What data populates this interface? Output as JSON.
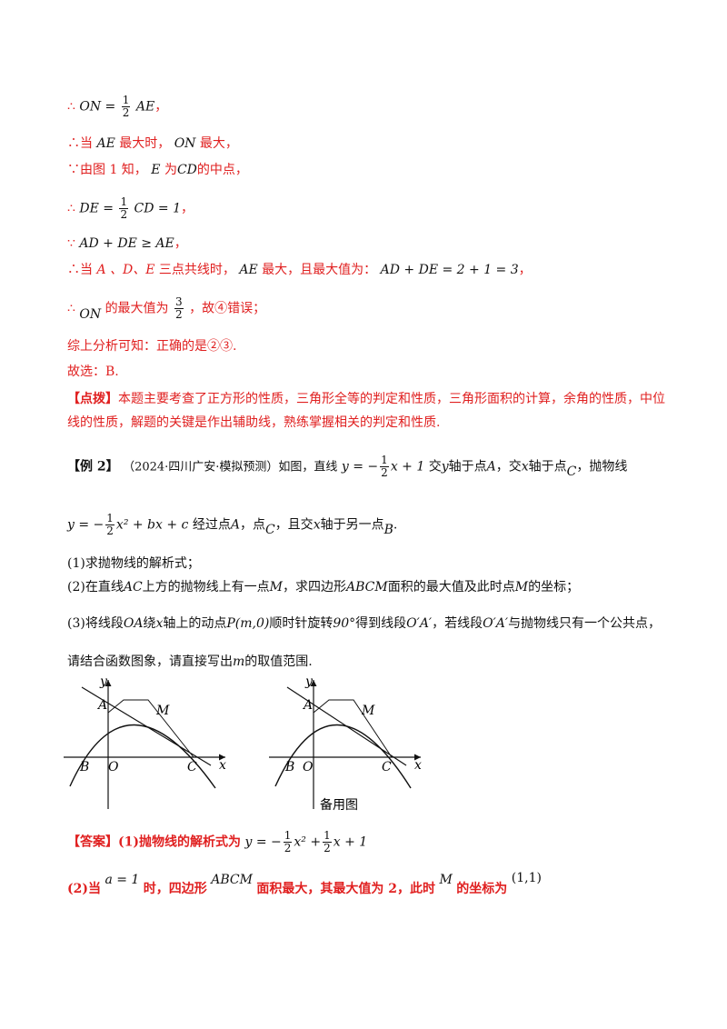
{
  "solution": {
    "l1_prefix": "∴",
    "l1_a": "ON =",
    "l1_num": "1",
    "l1_den": "2",
    "l1_b": "AE",
    "l1_tail": "，",
    "l2_a": "∴当",
    "l2_b": "AE",
    "l2_c": "最大时，",
    "l2_d": "ON",
    "l2_e": "最大，",
    "l3_a": "∵由图 1 知，",
    "l3_b": "E",
    "l3_c": "为",
    "l3_d": "CD",
    "l3_e": "的中点，",
    "l4_prefix": "∴",
    "l4_a": "DE =",
    "l4_num": "1",
    "l4_den": "2",
    "l4_b": "CD = 1",
    "l4_tail": "，",
    "l5_a": "∵",
    "l5_b": "AD + DE ≥ AE",
    "l5_c": "，",
    "l6_a": "∴当",
    "l6_b": "A 、D、E",
    "l6_c": "三点共线时，",
    "l6_d": "AE",
    "l6_e": "最大，且最大值为：",
    "l6_f": "AD + DE = 2 + 1 = 3",
    "l6_g": "，",
    "l7_a": "∴",
    "l7_b": "ON",
    "l7_c": "的最大值为",
    "l7_num": "3",
    "l7_den": "2",
    "l7_d": "，故④错误；",
    "l8": "综上分析可知：正确的是②③.",
    "l9": "故选：B.",
    "note_label": "【点拨】",
    "note_text": "本题主要考查了正方形的性质，三角形全等的判定和性质，三角形面积的计算，余角的性质，中位线的性质，解题的关键是作出辅助线，熟练掌握相关的判定和性质."
  },
  "example": {
    "label": "【例 2】",
    "source": "（2024·四川广安·模拟预测）如图，直线",
    "line_eq_a": "y = −",
    "line_num": "1",
    "line_den": "2",
    "line_eq_b": "x + 1",
    "text_a": "交",
    "y_var": "y",
    "text_b": "轴于点",
    "A_var": "A",
    "text_c": "，交",
    "x_var": "x",
    "text_d": "轴于点",
    "C_var": "C",
    "text_e": "，抛物线",
    "para_eq_a": "y = −",
    "para_num": "1",
    "para_den": "2",
    "para_eq_b": "x² + bx + c",
    "text_f": "经过点",
    "text_g": "，点",
    "text_h": "，且交",
    "text_i": "轴于另一点",
    "B_var": "B",
    "text_j": ".",
    "q1": "(1)求抛物线的解析式；",
    "q2_a": "(2)在直线",
    "q2_b": "AC",
    "q2_c": "上方的抛物线上有一点",
    "q2_d": "M",
    "q2_e": "，求四边形",
    "q2_f": "ABCM",
    "q2_g": "面积的最大值及此时点",
    "q2_h": "M",
    "q2_i": "的坐标；",
    "q3_a": "(3)将线段",
    "q3_b": "OA",
    "q3_c": "绕",
    "q3_d": "x",
    "q3_e": "轴上的动点",
    "q3_f": "P(m,0)",
    "q3_g": "顺时针旋转",
    "q3_h": "90°",
    "q3_i": "得到线段",
    "q3_j": "O′A′",
    "q3_k": "，若线段",
    "q3_l": "O′A′",
    "q3_m": "与抛物线只有一个公共点，",
    "q3_n": "请结合函数图象，请直接写出",
    "q3_o": "m",
    "q3_p": "的取值范围."
  },
  "figures": {
    "labels": {
      "y": "y",
      "x": "x",
      "A": "A",
      "M": "M",
      "B": "B",
      "O": "O",
      "C": "C"
    },
    "caption": "备用图"
  },
  "answer": {
    "label": "【答案】",
    "a1_text": "(1)抛物线的解析式为",
    "a1_eq_a": "y = −",
    "a1_num1": "1",
    "a1_den1": "2",
    "a1_eq_b": "x² +",
    "a1_num2": "1",
    "a1_den2": "2",
    "a1_eq_c": "x + 1",
    "a2_a": "(2)当",
    "a2_b": "a = 1",
    "a2_c": "时，四边形",
    "a2_d": "ABCM",
    "a2_e": "面积最大，其最大值为 2，此时",
    "a2_f": "M",
    "a2_g": "的坐标为",
    "a2_h": "(1,1)"
  }
}
